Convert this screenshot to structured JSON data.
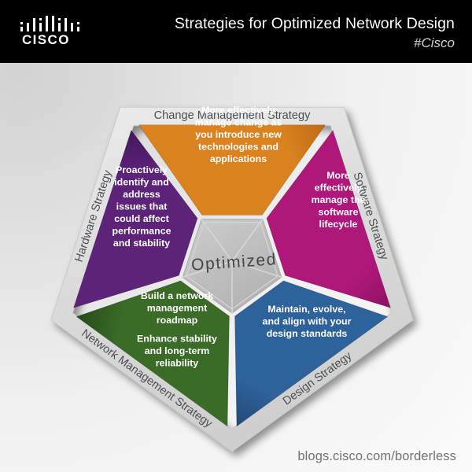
{
  "header": {
    "logo_name": "cisco-logo",
    "logo_wordmark": "CISCO",
    "title": "Strategies for Optimized Network Design",
    "subtitle": "#Cisco"
  },
  "footer": {
    "url": "blogs.cisco.com/borderless"
  },
  "diagram": {
    "type": "pentagon-wedge-diagram",
    "center_label": "Optimized",
    "center_fill": "#c0c0c0",
    "rim_fill": "#dcdcdc",
    "rim_label_color": "#4a5055",
    "segments": [
      {
        "id": "change-management",
        "rim_label": "Change Management Strategy",
        "color": "#d9821f",
        "color_dark": "#b35f14",
        "text_blocks": [
          [
            "More effectively",
            "manage change as",
            "you introduce new",
            "technologies and",
            "applications"
          ]
        ]
      },
      {
        "id": "software",
        "rim_label": "Software Strategy",
        "color": "#b0177a",
        "color_dark": "#7c0f56",
        "text_blocks": [
          [
            "More",
            "effectively",
            "manage the",
            "software",
            "lifecycle"
          ]
        ]
      },
      {
        "id": "design",
        "rim_label": "Design Strategy",
        "color": "#2e629b",
        "color_dark": "#1d3f66",
        "text_blocks": [
          [
            "Maintain, evolve,",
            "and align with your",
            "design standards"
          ]
        ]
      },
      {
        "id": "network-management",
        "rim_label": "Network Management Strategy",
        "color": "#3a6b27",
        "color_dark": "#1e3b13",
        "text_blocks": [
          [
            "Build a network",
            "management",
            "roadmap"
          ],
          [
            "Enhance stability",
            "and long-term",
            "reliability"
          ]
        ]
      },
      {
        "id": "hardware",
        "rim_label": "Hardware Strategy",
        "color": "#5c2379",
        "color_dark": "#3a1250",
        "text_blocks": [
          [
            "Proactively",
            "identify and",
            "address",
            "issues that",
            "could affect",
            "performance",
            "and stability"
          ]
        ]
      }
    ]
  }
}
